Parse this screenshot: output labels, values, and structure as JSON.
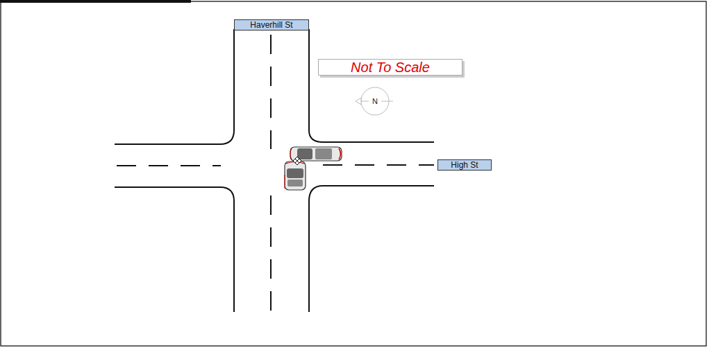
{
  "diagram": {
    "nodes": [
      {
        "text": [
          "Haverhill St"
        ]
      },
      {
        "text": [
          "Not To Scale"
        ]
      },
      {
        "text": [
          "N"
        ]
      },
      {
        "text": [
          "High St"
        ]
      }
    ]
  }
}
